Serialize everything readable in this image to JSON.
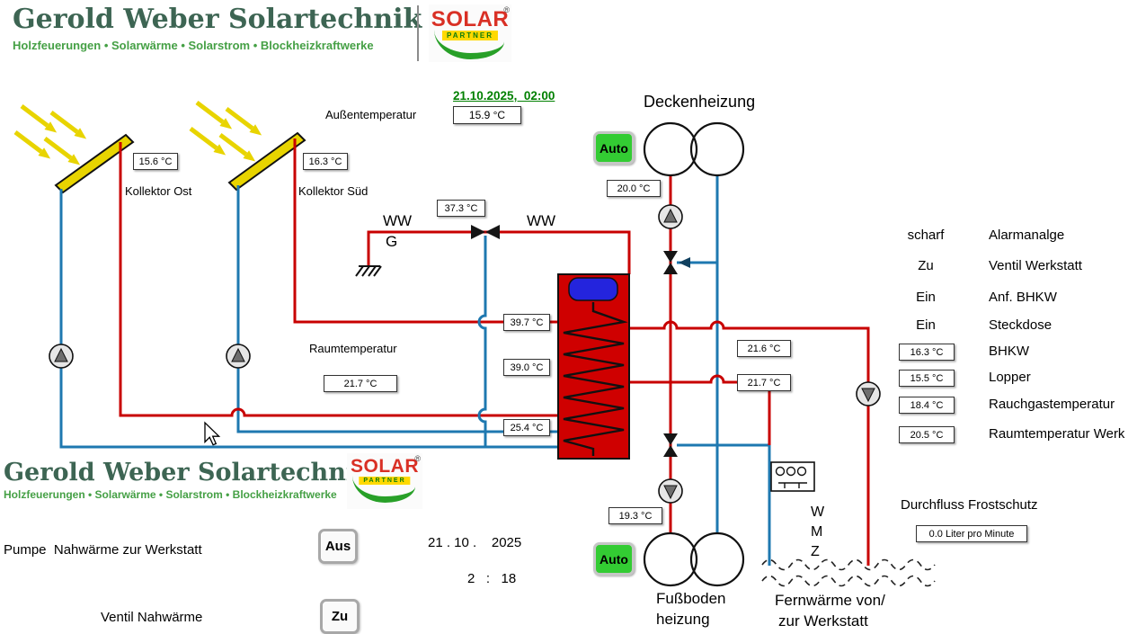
{
  "colors": {
    "pipe_hot": "#c80000",
    "pipe_cold": "#1e78b0",
    "tank_red": "#cf0000",
    "tank_cap": "#2424dd",
    "auto_green": "#33cc33",
    "text_green": "#008000",
    "brand_dark": "#3d6553",
    "brand_green": "#45a045",
    "solar_red": "#d93025",
    "sun": "#e8d400"
  },
  "brand": {
    "title": "Gerold Weber Solartechnik",
    "subtitle": "Holzfeuerungen • Solarwärme • Solarstrom • Blockheizkraftwerke",
    "solar": "SOLAR",
    "partner": "PARTNER",
    "registered": "®"
  },
  "top": {
    "datetime": "21.10.2025,  02:00",
    "outdoor_label": "Außentemperatur",
    "outdoor_temp": "15.9 °C"
  },
  "collectors": {
    "ost_label": "Kollektor Ost",
    "ost_temp": "15.6 °C",
    "sued_label": "Kollektor Süd",
    "sued_temp": "16.3 °C"
  },
  "ww": {
    "label_left": "WW",
    "label_right": "WW",
    "ground": "G",
    "temp": "37.3 °C"
  },
  "decken": {
    "title": "Deckenheizung",
    "mode": "Auto",
    "temp": "20.0 °C"
  },
  "tank": {
    "temp_top": "39.7 °C",
    "temp_mid": "39.0 °C",
    "temp_low": "25.4 °C"
  },
  "room": {
    "label": "Raumtemperatur",
    "temp": "21.7 °C"
  },
  "loops": {
    "temp_upper": "21.6 °C",
    "temp_lower": "21.7 °C"
  },
  "status": [
    {
      "state": "scharf",
      "label": "Alarmanalge"
    },
    {
      "state": "Zu",
      "label": "Ventil Werkstatt"
    },
    {
      "state": "Ein",
      "label": "Anf. BHKW"
    },
    {
      "state": "Ein",
      "label": "Steckdose"
    }
  ],
  "sensors": [
    {
      "value": "16.3 °C",
      "label": "BHKW"
    },
    {
      "value": "15.5 °C",
      "label": "Lopper"
    },
    {
      "value": "18.4 °C",
      "label": "Rauchgastemperatur"
    },
    {
      "value": "20.5 °C",
      "label": "Raumtemperatur Werk"
    }
  ],
  "fussboden": {
    "mode": "Auto",
    "temp": "19.3 °C",
    "title1": "Fußboden",
    "title2": "heizung"
  },
  "fern": {
    "line1": "Fernwärme von/",
    "line2": "zur Werkstatt",
    "w": "W",
    "m": "M",
    "z": "Z"
  },
  "flow": {
    "label": "Durchfluss Frostschutz",
    "value": "0.0 Liter pro Minute"
  },
  "controls": {
    "pump_label": "Pumpe  Nahwärme zur Werkstatt",
    "pump_state": "Aus",
    "valve_label": "Ventil Nahwärme",
    "valve_state": "Zu",
    "date": "21 . 10 .    2025",
    "time": "2   :   18"
  }
}
